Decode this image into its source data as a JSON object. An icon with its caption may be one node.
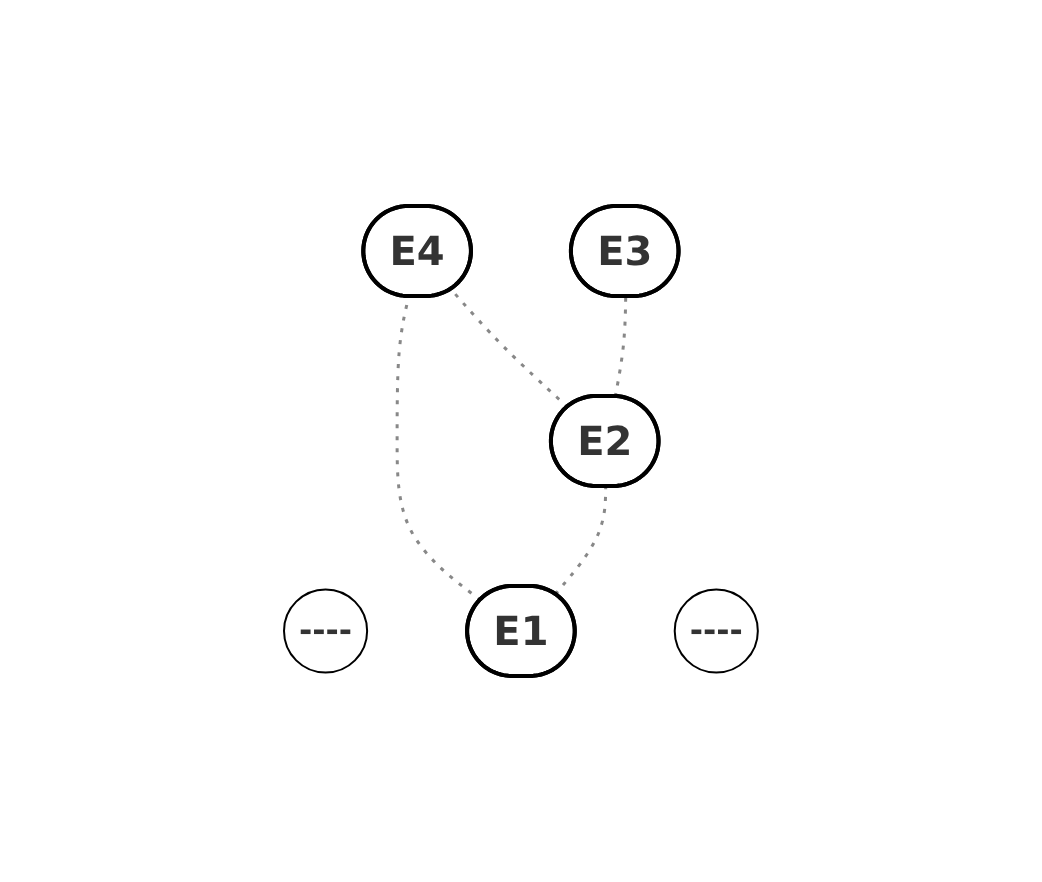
{
  "diagram": {
    "nodes": [
      {
        "text": [
          "E4"
        ]
      },
      {
        "text": [
          "----"
        ]
      },
      {
        "text": [
          "E3"
        ]
      },
      {
        "text": [
          "E2"
        ]
      },
      {
        "text": [
          "E1"
        ]
      },
      {
        "text": [
          "----"
        ]
      }
    ],
    "edges": [
      {
        "from": 4,
        "to": 0,
        "arrow": "none",
        "style": "dashed"
      },
      {
        "from": 4,
        "to": 3,
        "arrow": "none",
        "style": "dashed"
      },
      {
        "from": 3,
        "to": 0,
        "arrow": "none",
        "style": "dashed"
      },
      {
        "from": 3,
        "to": 2,
        "arrow": "none",
        "style": "dashed"
      }
    ]
  }
}
